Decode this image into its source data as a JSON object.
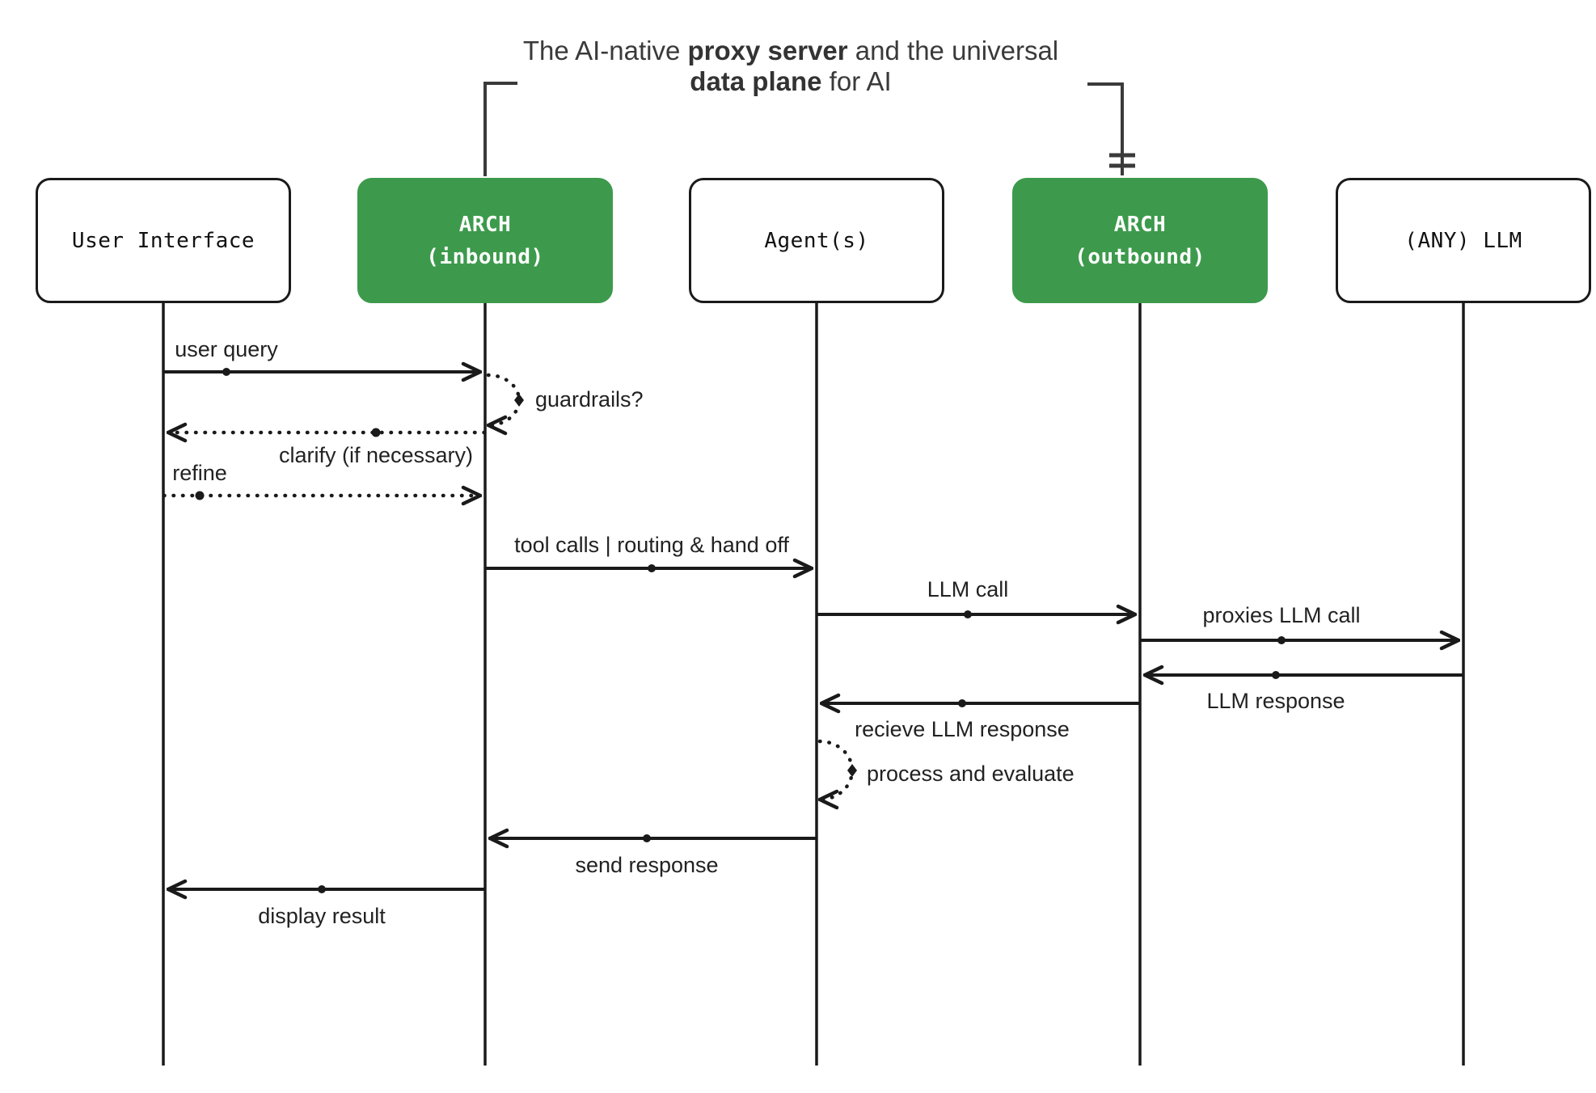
{
  "title": {
    "line1_pre": "The AI-native",
    "line1_bold": "proxy server",
    "line1_post": "and the universal",
    "line2_bold": "data plane",
    "line2_post": "for AI"
  },
  "actors": {
    "user_interface": "User Interface",
    "arch_inbound_line1": "ARCH",
    "arch_inbound_line2": "(inbound)",
    "agents": "Agent(s)",
    "arch_outbound_line1": "ARCH",
    "arch_outbound_line2": "(outbound)",
    "any_llm": "(ANY) LLM"
  },
  "messages": {
    "user_query": "user query",
    "guardrails": "guardrails?",
    "clarify": "clarify (if necessary)",
    "refine": "refine",
    "tool_calls": "tool calls | routing & hand off",
    "llm_call": "LLM call",
    "proxies_llm_call": "proxies LLM call",
    "llm_response": "LLM response",
    "recieve_llm_response": "recieve LLM response",
    "process_evaluate": "process and evaluate",
    "send_response": "send response",
    "display_result": "display result"
  },
  "colors": {
    "accent_green": "#3d9a4c",
    "ink": "#1a1a1a",
    "title_text": "#3a3a3a"
  }
}
